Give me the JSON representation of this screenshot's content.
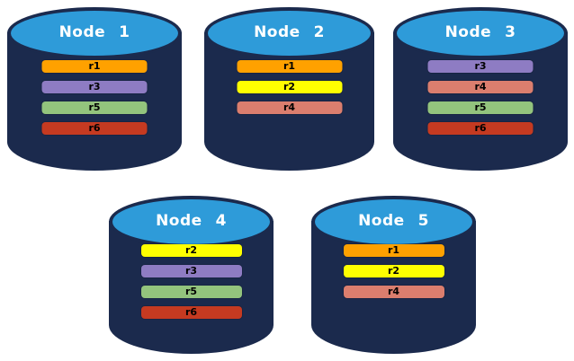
{
  "palette": {
    "background": "#FFFFFF",
    "cylinder_body": "#1B2A4D",
    "cylinder_top": "#2E9BD9",
    "node_label_color": "#FFFFFF",
    "bar_label_color": "#000000",
    "replica_colors": {
      "r1": "#FFA100",
      "r2": "#FFFF00",
      "r3": "#8E7CC3",
      "r4": "#DB7E6E",
      "r5": "#93C47D",
      "r6": "#C53A21"
    }
  },
  "nodes": [
    {
      "label": "Node 1",
      "replicas": [
        "r1",
        "r3",
        "r5",
        "r6"
      ]
    },
    {
      "label": "Node 2",
      "replicas": [
        "r1",
        "r2",
        "r4"
      ]
    },
    {
      "label": "Node 3",
      "replicas": [
        "r3",
        "r4",
        "r5",
        "r6"
      ]
    },
    {
      "label": "Node 4",
      "replicas": [
        "r2",
        "r3",
        "r5",
        "r6"
      ]
    },
    {
      "label": "Node 5",
      "replicas": [
        "r1",
        "r2",
        "r4"
      ]
    }
  ]
}
